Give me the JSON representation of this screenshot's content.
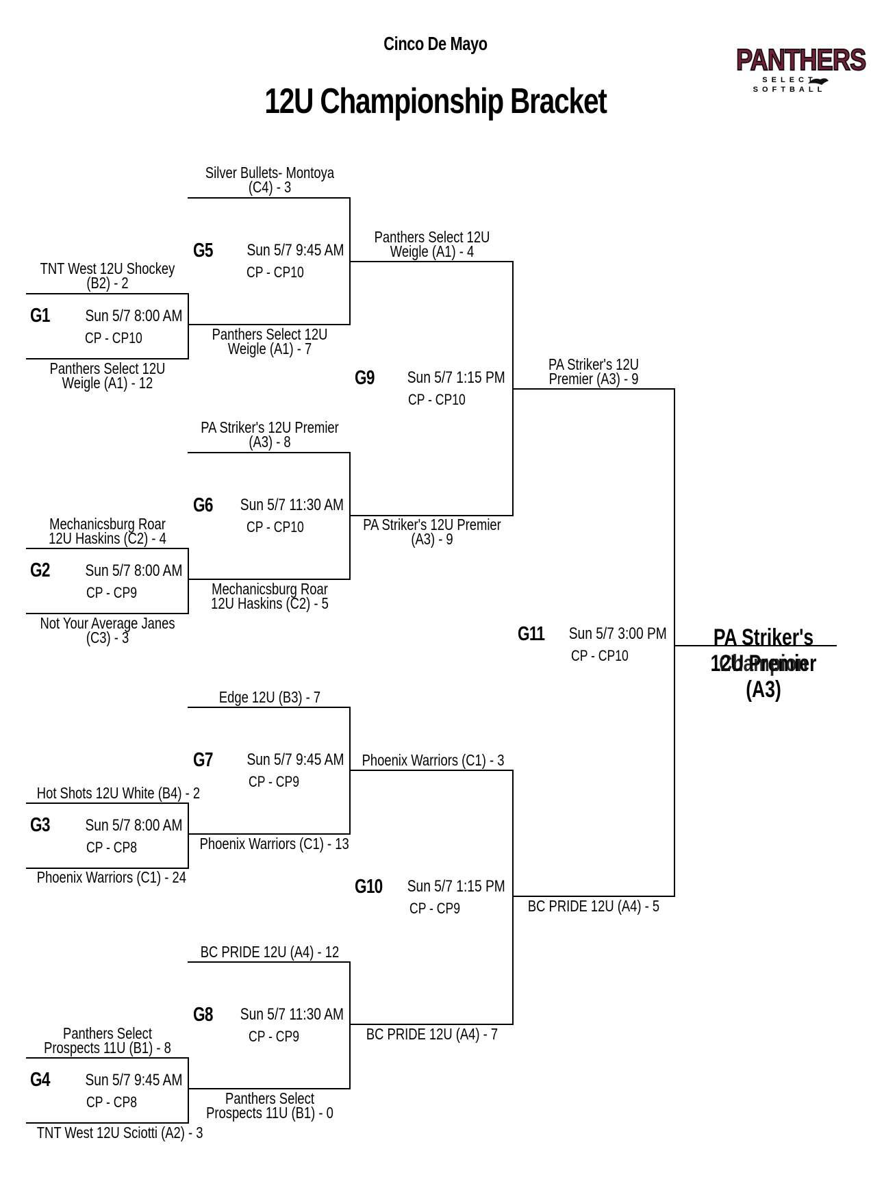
{
  "header": {
    "event": "Cinco De Mayo",
    "title": "12U Championship Bracket",
    "logo": {
      "word": "PANTHERS",
      "sub": "SELECT SOFTBALL",
      "icon": "panther-icon",
      "color": "#7a1f35"
    }
  },
  "games": {
    "g1": {
      "id": "G1",
      "time": "Sun 5/7  8:00 AM",
      "field": "CP - CP10",
      "top": "TNT West 12U Shockey (B2) - 2",
      "bottom": "Panthers Select 12U Weigle (A1) - 12"
    },
    "g2": {
      "id": "G2",
      "time": "Sun 5/7  8:00 AM",
      "field": "CP - CP9",
      "top": "Mechanicsburg Roar 12U Haskins (C2) - 4",
      "bottom": "Not Your Average Janes (C3) - 3"
    },
    "g3": {
      "id": "G3",
      "time": "Sun 5/7  8:00 AM",
      "field": "CP - CP8",
      "top": "Hot Shots 12U White (B4) - 2",
      "bottom": "Phoenix Warriors (C1) - 24"
    },
    "g4": {
      "id": "G4",
      "time": "Sun 5/7  9:45 AM",
      "field": "CP - CP8",
      "top": "Panthers Select Prospects 11U (B1) - 8",
      "bottom": "TNT West 12U Sciotti (A2) - 3"
    },
    "g5": {
      "id": "G5",
      "time": "Sun 5/7  9:45 AM",
      "field": "CP - CP10",
      "top": "Silver Bullets- Montoya (C4) - 3",
      "bottom": "Panthers Select 12U Weigle (A1) - 7"
    },
    "g6": {
      "id": "G6",
      "time": "Sun 5/7  11:30 AM",
      "field": "CP - CP10",
      "top": "PA Striker's 12U Premier (A3) - 8",
      "bottom": "Mechanicsburg Roar 12U Haskins (C2) - 5"
    },
    "g7": {
      "id": "G7",
      "time": "Sun 5/7  9:45 AM",
      "field": "CP - CP9",
      "top": "Edge 12U (B3) - 7",
      "bottom": "Phoenix Warriors (C1) - 13"
    },
    "g8": {
      "id": "G8",
      "time": "Sun 5/7  11:30 AM",
      "field": "CP - CP9",
      "top": "BC PRIDE 12U (A4) - 12",
      "bottom": "Panthers Select Prospects 11U (B1) - 0"
    },
    "g9": {
      "id": "G9",
      "time": "Sun 5/7  1:15 PM",
      "field": "CP - CP10",
      "top": "Panthers Select 12U Weigle (A1) - 4",
      "bottom": "PA Striker's 12U Premier (A3) - 9"
    },
    "g10": {
      "id": "G10",
      "time": "Sun 5/7  1:15 PM",
      "field": "CP - CP9",
      "top": "Phoenix Warriors (C1) - 3",
      "bottom": "BC PRIDE 12U (A4) - 7"
    },
    "g11": {
      "id": "G11",
      "time": "Sun 5/7  3:00 PM",
      "field": "CP - CP10",
      "top": "PA Striker's 12U Premier (A3) - 9",
      "bottom": "BC PRIDE 12U (A4) - 5"
    }
  },
  "champion": {
    "team": "PA Striker's 12U Premier (A3)",
    "label": "Champion"
  }
}
